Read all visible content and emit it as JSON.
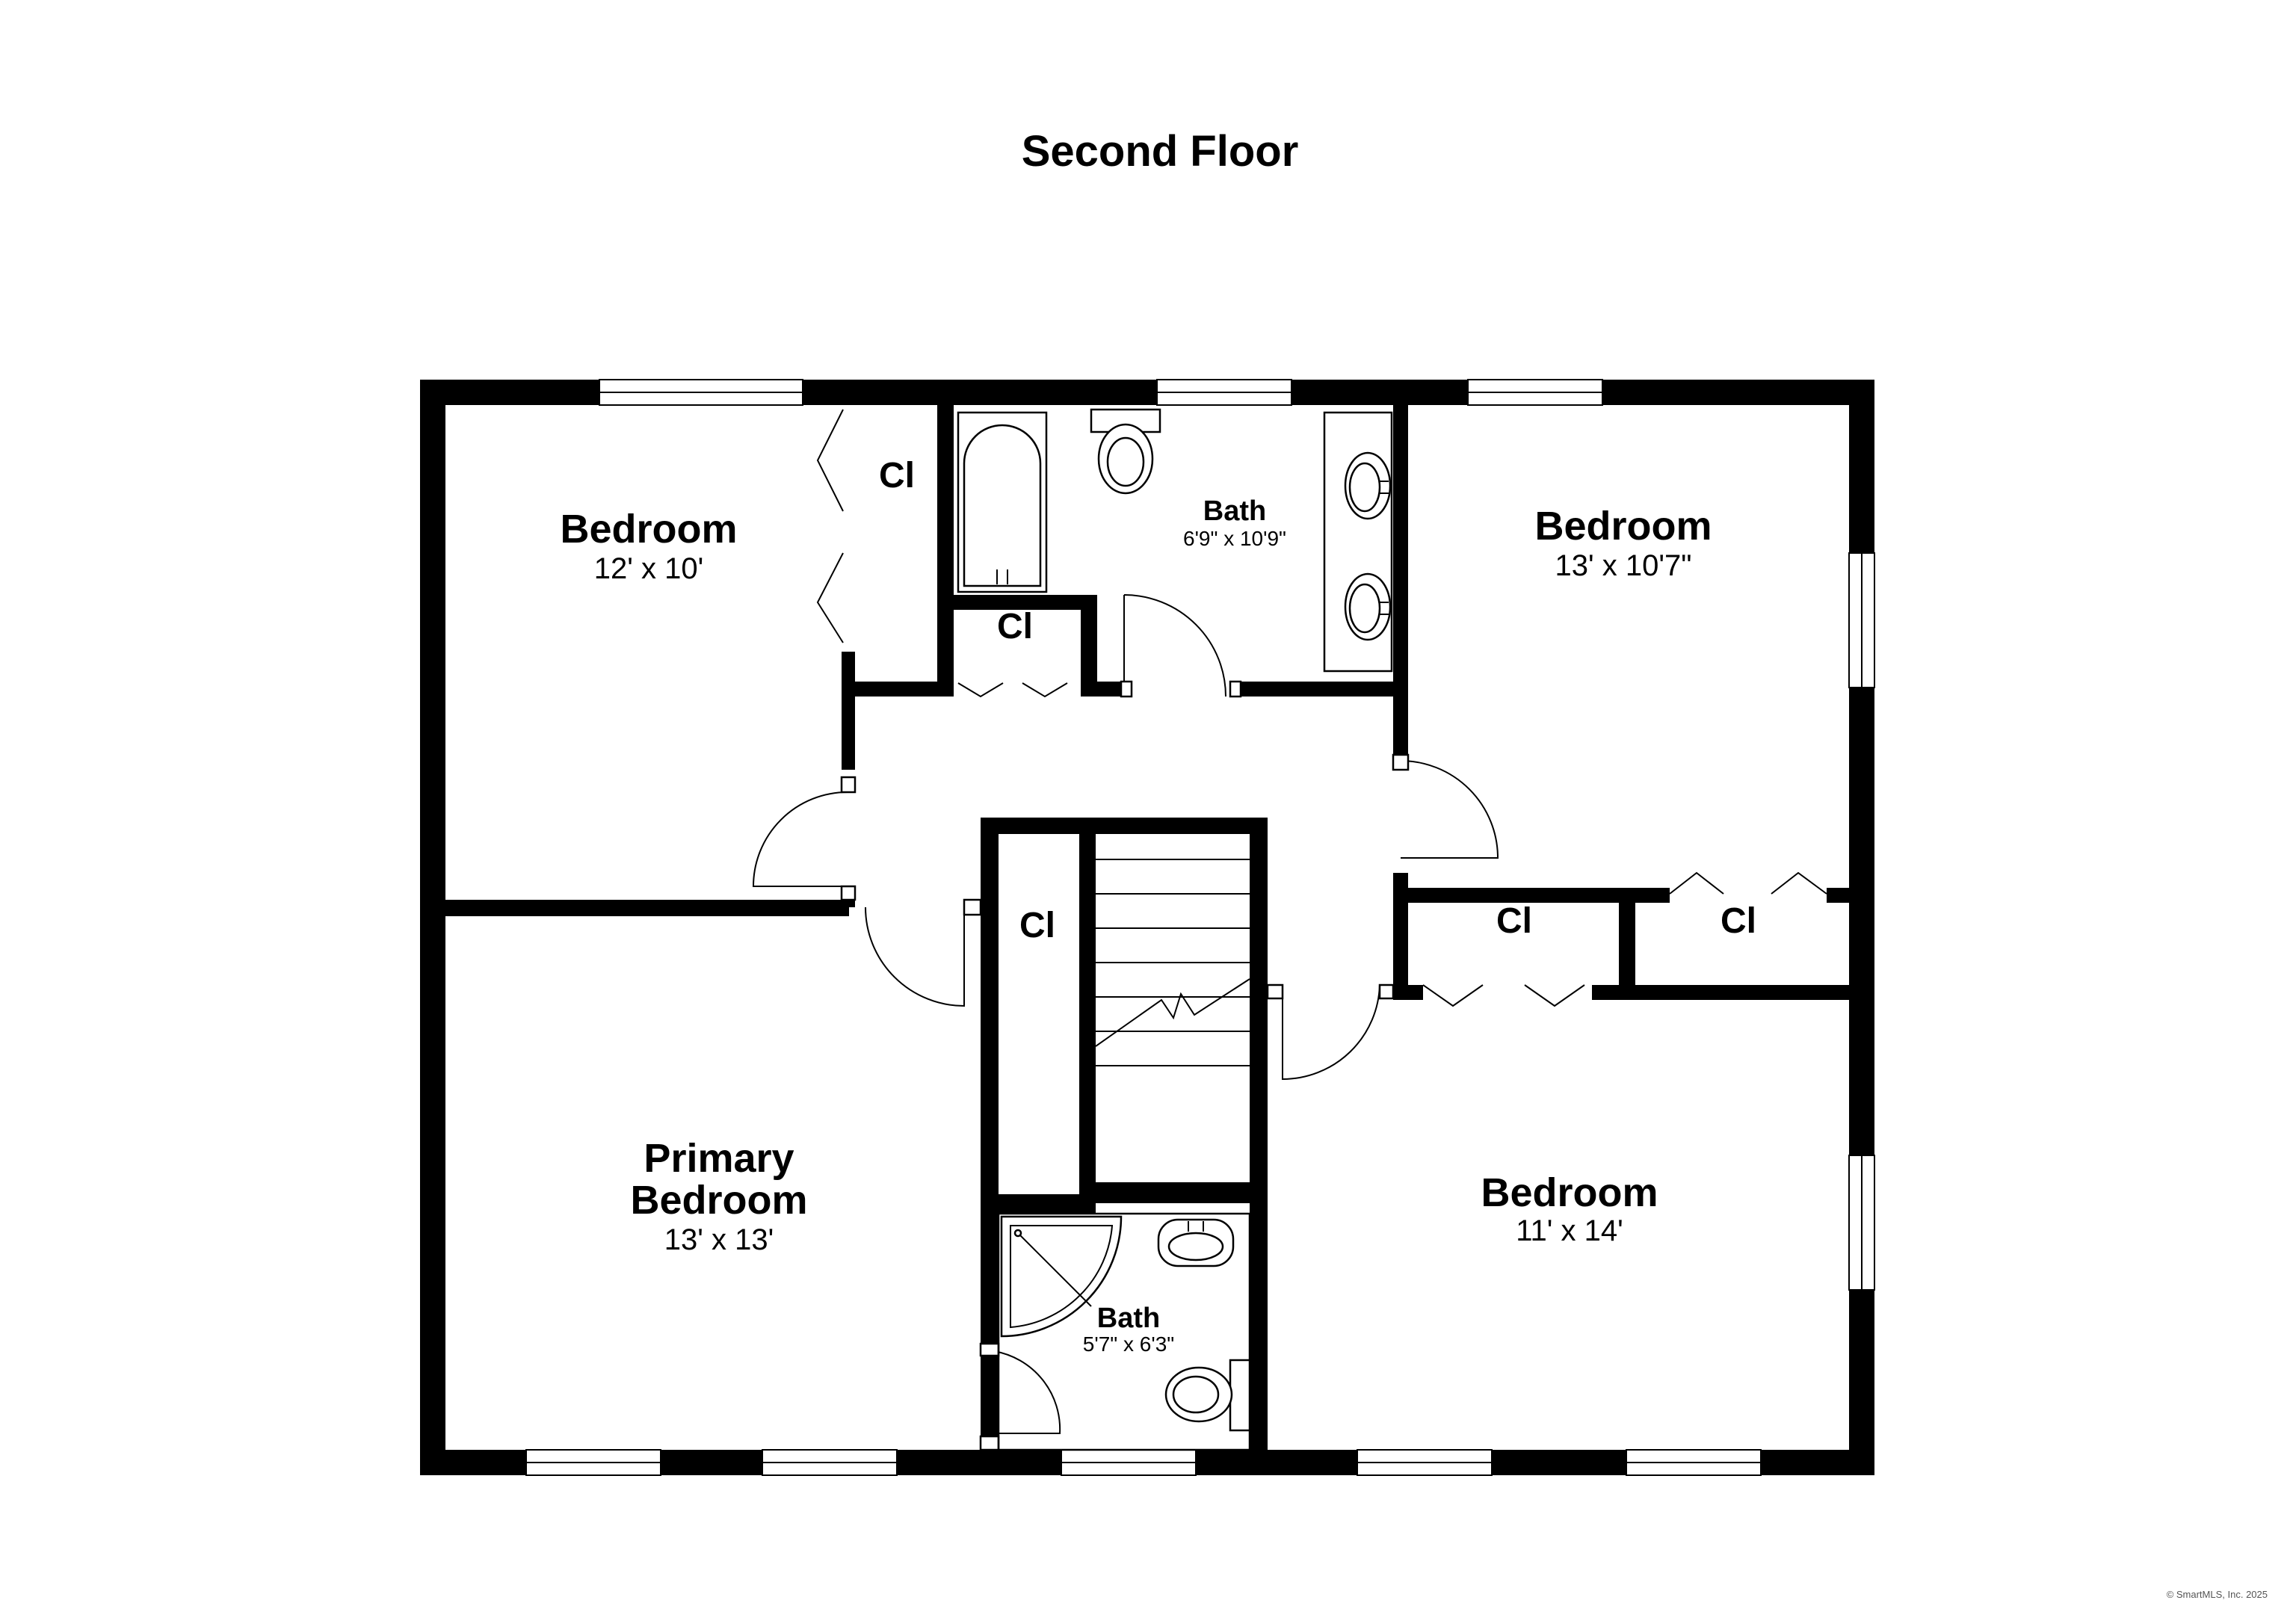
{
  "title": "Second Floor",
  "rooms": {
    "bedroom_nw": {
      "name": "Bedroom",
      "dims": "12' x 10'"
    },
    "bath_main": {
      "name": "Bath",
      "dims": "6'9\" x 10'9\""
    },
    "bedroom_ne": {
      "name": "Bedroom",
      "dims": "13' x 10'7\""
    },
    "primary": {
      "name_line1": "Primary",
      "name_line2": "Bedroom",
      "dims": "13' x 13'"
    },
    "bedroom_se": {
      "name": "Bedroom",
      "dims": "11' x 14'"
    },
    "bath_small": {
      "name": "Bath",
      "dims": "5'7\" x 6'3\""
    }
  },
  "closets": {
    "nw": "Cl",
    "hall": "Cl",
    "center": "Cl",
    "east_a": "Cl",
    "east_b": "Cl"
  },
  "credit": "© SmartMLS, Inc. 2025",
  "colors": {
    "wall": "#000000",
    "background": "#ffffff"
  }
}
